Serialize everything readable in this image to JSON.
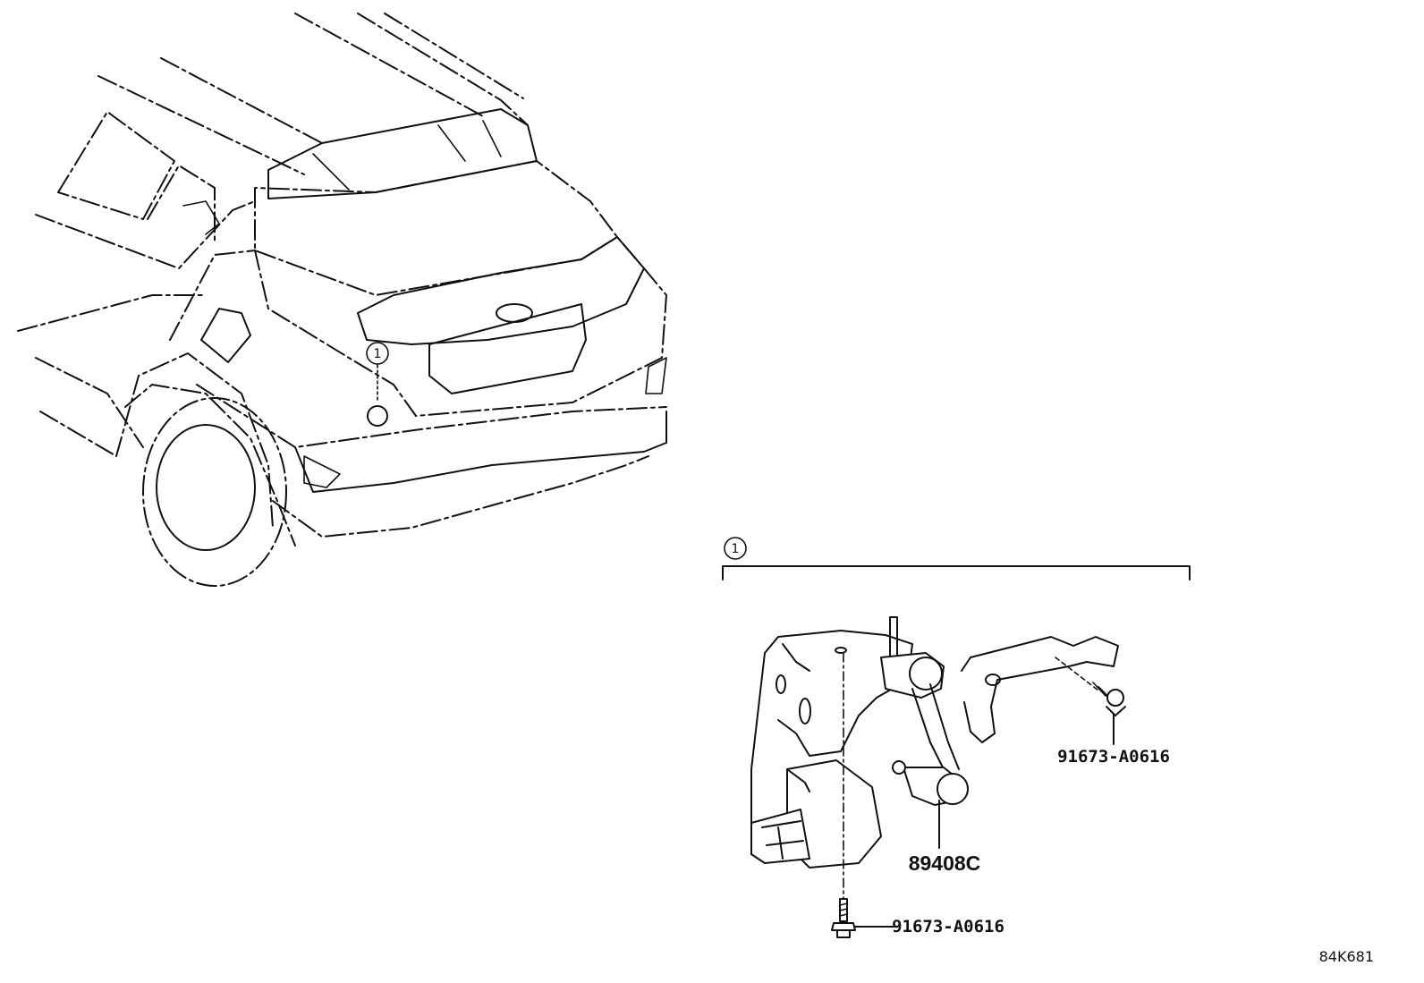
{
  "callouts": {
    "car_marker": "1",
    "group_marker": "1"
  },
  "parts": {
    "bolt_upper_label": "91673-A0616",
    "sensor_label": "89408C",
    "bolt_lower_label": "91673-A0616"
  },
  "diagram_code": "84K681"
}
